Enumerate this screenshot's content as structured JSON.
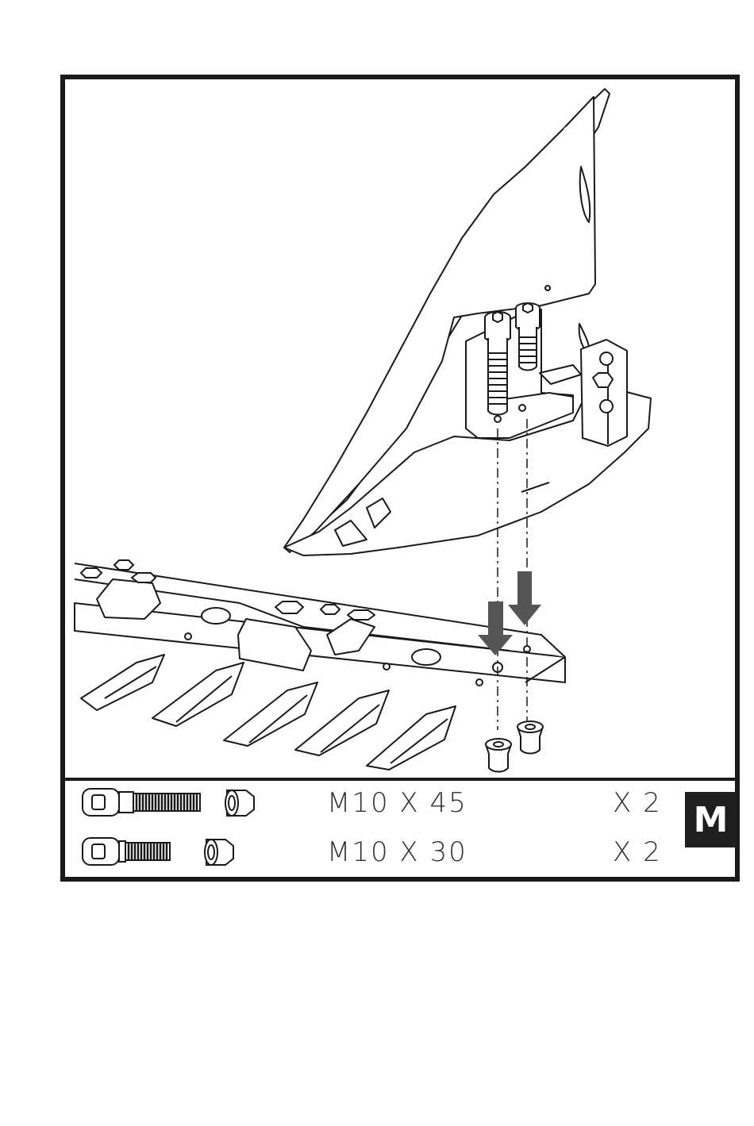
{
  "hardware": [
    {
      "spec": "M10 X 45",
      "qty": "X 2",
      "bolt": "socket-head-bolt-long-icon",
      "nut": "lock-nut-icon"
    },
    {
      "spec": "M10 X 30",
      "qty": "X 2",
      "bolt": "socket-head-bolt-short-icon",
      "nut": "lock-nut-icon"
    }
  ],
  "badge": {
    "letter": "M"
  },
  "colors": {
    "line": "#1a1a1a",
    "arrow": "#555555",
    "badge_bg": "#1e1e1e"
  }
}
